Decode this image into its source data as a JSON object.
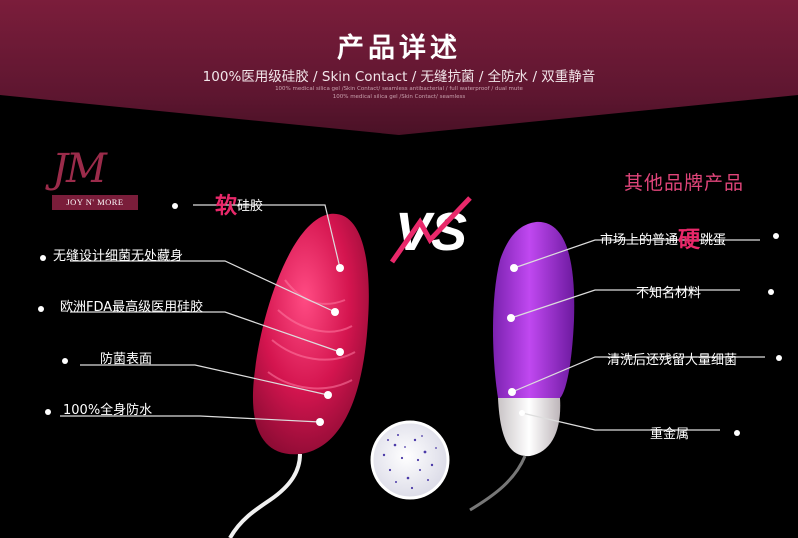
{
  "header": {
    "title": "产品详述",
    "subtitle": "100%医用级硅胶 / Skin Contact / 无缝抗菌 / 全防水 / 双重静音",
    "fine_print_1": "100% medical silica gel /Skin Contact/ seamless antibacterial / full waterproof / dual mute",
    "fine_print_2": "100% medical silica gel /Skin Contact/ seamless"
  },
  "brand": {
    "logo_mark": "JM",
    "logo_name": "JOY N' MORE"
  },
  "vs_text": "VS",
  "left_features": [
    {
      "prefix": "",
      "big": "软",
      "suffix": "硅胶"
    },
    {
      "prefix": "无缝设计细菌无处藏身",
      "big": "",
      "suffix": ""
    },
    {
      "prefix": "欧洲FDA最高级医用硅胶",
      "big": "",
      "suffix": ""
    },
    {
      "prefix": "防菌表面",
      "big": "",
      "suffix": ""
    },
    {
      "prefix": "100%全身防水",
      "big": "",
      "suffix": ""
    }
  ],
  "right_title": "其他品牌产品",
  "right_features": [
    {
      "prefix": "市场上的普通",
      "big": "硬",
      "suffix": "跳蛋"
    },
    {
      "prefix": "不知名材料",
      "big": "",
      "suffix": ""
    },
    {
      "prefix": "清洗后还残留大量细菌",
      "big": "",
      "suffix": ""
    },
    {
      "prefix": "重金属",
      "big": "",
      "suffix": ""
    }
  ],
  "colors": {
    "banner": "#6a1934",
    "accent_pink": "#e9286a",
    "product_left": "#d4154f",
    "product_right": "#9a2bc9"
  }
}
